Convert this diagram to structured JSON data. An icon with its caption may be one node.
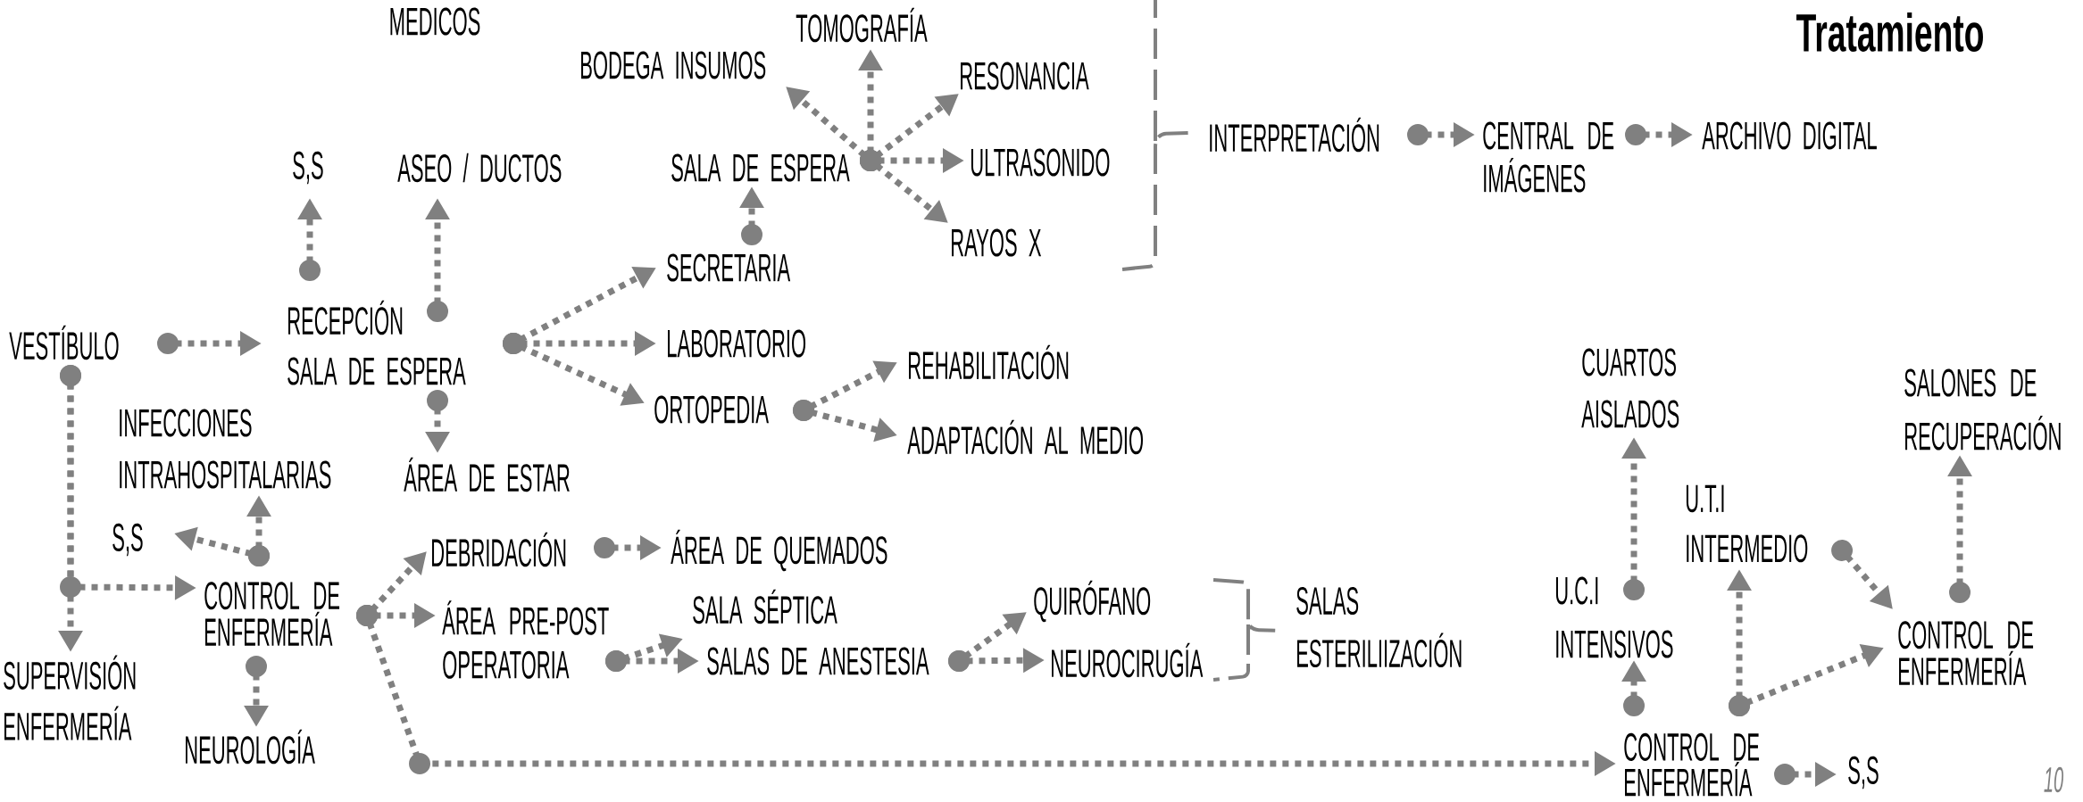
{
  "diagram": {
    "title": "Tratamiento",
    "nodes": [
      {
        "text": [
          "VESTÍBULO"
        ]
      },
      {
        "text": [
          "RECEPCIÓN"
        ]
      },
      {
        "text": [
          "SALA DE ESPERA"
        ]
      },
      {
        "text": [
          "S,S"
        ]
      },
      {
        "text": [
          "ASEO / DUCTOS"
        ]
      },
      {
        "text": [
          "SECRETARIA"
        ]
      },
      {
        "text": [
          "LABORATORIO"
        ]
      },
      {
        "text": [
          "ORTOPEDIA"
        ]
      },
      {
        "text": [
          "REHABILITACIÓN"
        ]
      },
      {
        "text": [
          "ADAPTACIÓN AL MEDIO"
        ]
      },
      {
        "text": [
          "SALA DE ESPERA"
        ]
      },
      {
        "text": [
          "BODEGA INSUMOS"
        ]
      },
      {
        "text": [
          "TOMOGRAFÍA"
        ]
      },
      {
        "text": [
          "RESONANCIA"
        ]
      },
      {
        "text": [
          "ULTRASONIDO"
        ]
      },
      {
        "text": [
          "RAYOS X"
        ]
      },
      {
        "text": [
          "INTERPRETACIÓN"
        ]
      },
      {
        "text": [
          "CENTRAL DE IMÁGENES"
        ]
      },
      {
        "text": [
          "ARCHIVO DIGITAL"
        ]
      },
      {
        "text": [
          "SUPERVISIÓN ENFERMERÍA"
        ]
      },
      {
        "text": [
          "INFECCIONES INTRAHOSPITALARIAS"
        ]
      },
      {
        "text": [
          "ÁREA DE ESTAR"
        ]
      },
      {
        "text": [
          "S,S"
        ]
      },
      {
        "text": [
          "CONTROL DE ENFERMERÍA"
        ]
      },
      {
        "text": [
          "NEUROLOGÍA"
        ]
      },
      {
        "text": [
          "DEBRIDACIÓN"
        ]
      },
      {
        "text": [
          "ÁREA DE QUEMADOS"
        ]
      },
      {
        "text": [
          "ÁREA PRE-POST OPERATORIA"
        ]
      },
      {
        "text": [
          "SALA SÉPTICA"
        ]
      },
      {
        "text": [
          "SALAS DE ANESTESIA"
        ]
      },
      {
        "text": [
          "QUIRÓFANO"
        ]
      },
      {
        "text": [
          "NEUROCIRUGÍA"
        ]
      },
      {
        "text": [
          "SALAS ESTERILIIZACIÓN"
        ]
      },
      {
        "text": [
          "CUARTOS AISLADOS"
        ]
      },
      {
        "text": [
          "SALONES DE RECUPERACIÓN"
        ]
      },
      {
        "text": [
          "U.T.I INTERMEDIO"
        ]
      },
      {
        "text": [
          "U.C.I INTENSIVOS"
        ]
      },
      {
        "text": [
          "CONTROL DE ENFERMERÍA"
        ]
      },
      {
        "text": [
          "CONTROL DE ENFERMERÍA"
        ]
      },
      {
        "text": [
          "S,S"
        ]
      }
    ],
    "edges": [
      {
        "from": 0,
        "to": 1,
        "arrow": "to"
      },
      {
        "from": 0,
        "to": 19,
        "arrow": "to"
      },
      {
        "from": 0,
        "to": 23,
        "arrow": "to"
      },
      {
        "from": 1,
        "to": 3,
        "arrow": "to"
      },
      {
        "from": 1,
        "to": 4,
        "arrow": "to"
      },
      {
        "from": 2,
        "to": 21,
        "arrow": "to"
      },
      {
        "from": 2,
        "to": 5,
        "arrow": "to"
      },
      {
        "from": 2,
        "to": 6,
        "arrow": "to"
      },
      {
        "from": 2,
        "to": 7,
        "arrow": "to"
      },
      {
        "from": 7,
        "to": 8,
        "arrow": "to"
      },
      {
        "from": 7,
        "to": 9,
        "arrow": "to"
      },
      {
        "from": 5,
        "to": 10,
        "arrow": "to"
      },
      {
        "from": 10,
        "to": 11,
        "arrow": "to"
      },
      {
        "from": 10,
        "to": 12,
        "arrow": "to"
      },
      {
        "from": 10,
        "to": 13,
        "arrow": "to"
      },
      {
        "from": 10,
        "to": 14,
        "arrow": "to"
      },
      {
        "from": 10,
        "to": 15,
        "arrow": "to"
      },
      {
        "from": 16,
        "to": 17,
        "arrow": "to"
      },
      {
        "from": 17,
        "to": 18,
        "arrow": "to"
      },
      {
        "from": 23,
        "to": 22,
        "arrow": "to"
      },
      {
        "from": 23,
        "to": 20,
        "arrow": "to"
      },
      {
        "from": 23,
        "to": 24,
        "arrow": "to"
      },
      {
        "from": 23,
        "to": 25,
        "arrow": "to"
      },
      {
        "from": 23,
        "to": 27,
        "arrow": "to"
      },
      {
        "from": 23,
        "to": 38,
        "arrow": "to"
      },
      {
        "from": 25,
        "to": 26,
        "arrow": "to"
      },
      {
        "from": 27,
        "to": 28,
        "arrow": "to"
      },
      {
        "from": 27,
        "to": 29,
        "arrow": "to"
      },
      {
        "from": 29,
        "to": 30,
        "arrow": "to"
      },
      {
        "from": 29,
        "to": 31,
        "arrow": "to"
      },
      {
        "from": 38,
        "to": 36,
        "arrow": "to"
      },
      {
        "from": 38,
        "to": 35,
        "arrow": "to"
      },
      {
        "from": 38,
        "to": 37,
        "arrow": "to"
      },
      {
        "from": 38,
        "to": 39,
        "arrow": "to"
      },
      {
        "from": 36,
        "to": 33,
        "arrow": "to"
      },
      {
        "from": 35,
        "to": 37,
        "arrow": "to"
      },
      {
        "from": 37,
        "to": 34,
        "arrow": "to"
      }
    ],
    "labels": [
      "MEDICOS",
      "10"
    ]
  }
}
